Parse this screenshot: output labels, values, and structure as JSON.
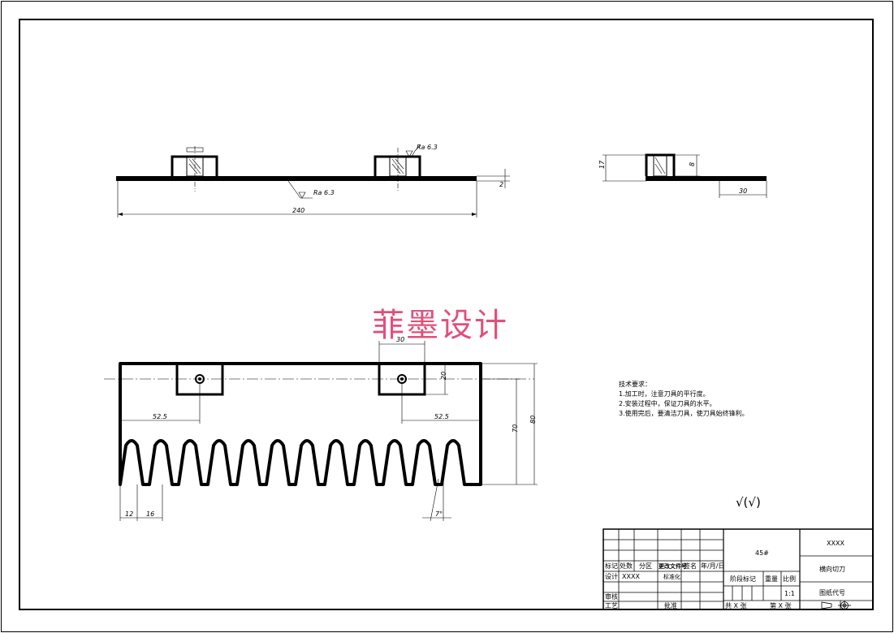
{
  "watermark": "菲墨设计",
  "dimensions": {
    "top_length": "240",
    "top_offset": "2",
    "roughness_1": "Ra 6.3",
    "roughness_2": "Ra 6.3",
    "side_height_outer": "17",
    "side_height_inner": "8",
    "side_width": "30",
    "front_block_width": "30",
    "front_block_height": "20",
    "front_left_offset": "52.5",
    "front_right_offset": "52.5",
    "front_height_inner": "70",
    "front_height_total": "80",
    "tooth_first": "12",
    "tooth_pitch": "16",
    "tooth_angle": "7°"
  },
  "tech_requirements": {
    "title": "技术要求：",
    "items": [
      "1.加工时，注意刀具的平行度。",
      "2.安装过程中，保证刀具的水平。",
      "3.使用完后，要清洁刀具，使刀具始终锋利。"
    ]
  },
  "surface_symbol": "√(√)",
  "title_block": {
    "row_labels": {
      "marks": "标记",
      "count": "处数",
      "zone": "分区",
      "change_doc": "更改文件号",
      "sign": "签名",
      "date": "年/月/日",
      "design": "设计",
      "designer": "XXXX",
      "standardize": "标准化",
      "review": "审核",
      "process": "工艺",
      "approve": "批准"
    },
    "material": "45#",
    "stage_mark": "阶段标记",
    "weight": "重量",
    "scale_label": "比例",
    "scale": "1:1",
    "company": "XXXX",
    "part_name": "横向切刀",
    "drawing_no": "图纸代号",
    "sheets_total": "共 X 张",
    "sheet_no": "第 X 张"
  }
}
